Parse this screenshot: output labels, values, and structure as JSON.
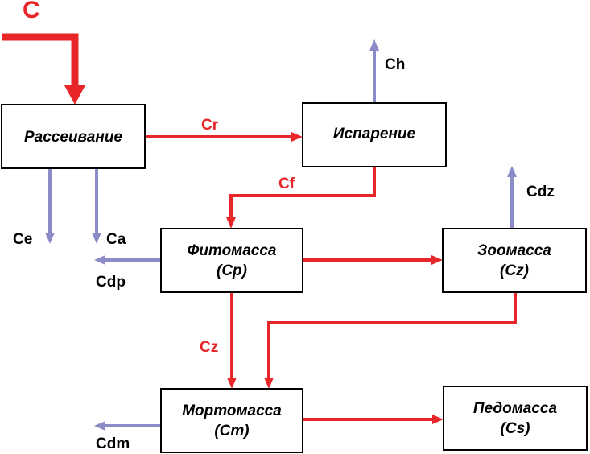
{
  "boxes": {
    "dispersion": {
      "line1": "Рассеивание",
      "line2": ""
    },
    "evaporation": {
      "line1": "Испарение",
      "line2": ""
    },
    "phytomass": {
      "line1": "Фитомасса",
      "line2": "(Cp)"
    },
    "zoomass": {
      "line1": "Зоомасса",
      "line2": "(Cz)"
    },
    "mortomass": {
      "line1": "Мортомасса",
      "line2": "(Cm)"
    },
    "pedomass": {
      "line1": "Педомасса",
      "line2": "(Cs)"
    }
  },
  "flows": {
    "input": "C",
    "cr": "Cr",
    "ch": "Ch",
    "cf": "Cf",
    "cdz": "Cdz",
    "ce": "Ce",
    "ca": "Ca",
    "cdp": "Cdp",
    "cz": "Cz",
    "cdm": "Cdm"
  },
  "colors": {
    "main_flow": "#e8262a",
    "loss_flow": "#8b8bc8",
    "box_border": "#000000"
  }
}
